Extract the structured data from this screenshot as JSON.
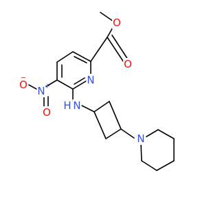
{
  "colors": {
    "bond": "#000000",
    "oxygen": "#ff0d0d",
    "nitrogen": "#3050f8",
    "carbon": "#000000"
  },
  "atoms": {
    "o_methoxy": "O",
    "o_carbonyl": "O",
    "n_pyridine": "N",
    "n_nitro": "N",
    "nitro_plus": "+",
    "o_nitro_double": "O",
    "o_nitro_single": "O",
    "nitro_minus": "−",
    "n_amine": "N",
    "h_amine": "H",
    "n_piperidine": "N"
  }
}
